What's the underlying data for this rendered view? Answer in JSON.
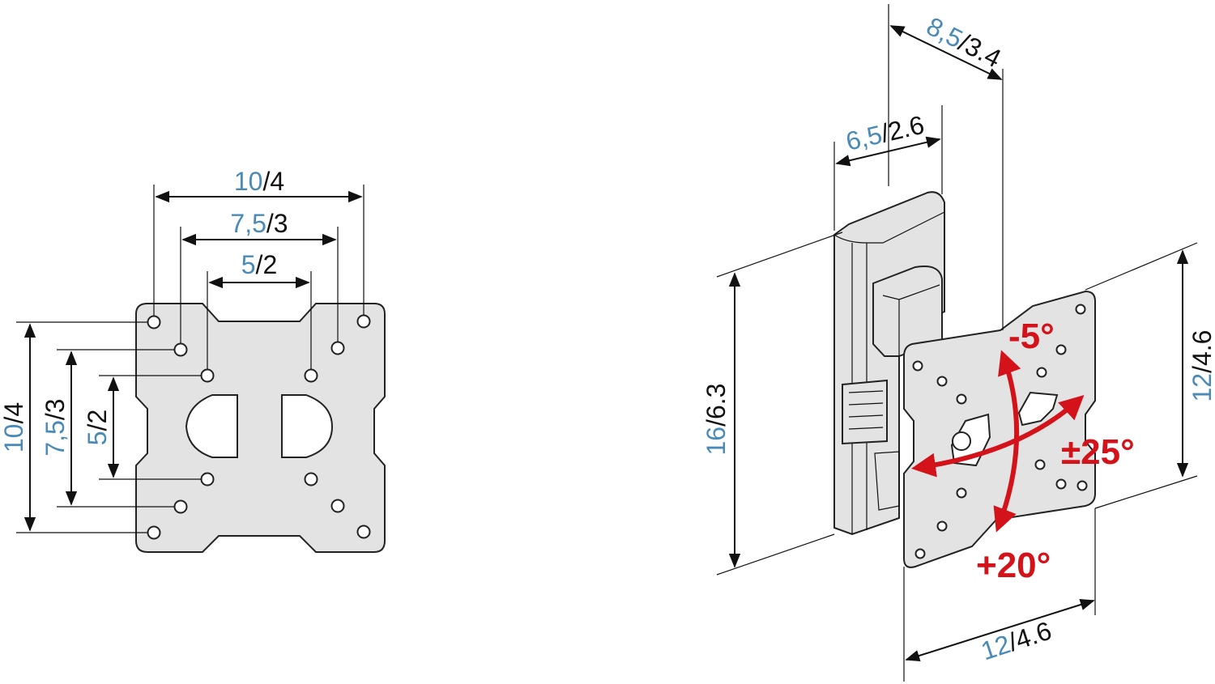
{
  "left_plate": {
    "width_outer": {
      "metric": "10",
      "imperial": "/4"
    },
    "width_mid": {
      "metric": "7,5",
      "imperial": "/3"
    },
    "width_inner": {
      "metric": "5",
      "imperial": "/2"
    },
    "height_outer": {
      "metric": "10",
      "imperial": "/4"
    },
    "height_mid": {
      "metric": "7,5",
      "imperial": "/3"
    },
    "height_inner": {
      "metric": "5",
      "imperial": "/2"
    }
  },
  "mount": {
    "depth_max": {
      "metric": "8,5",
      "imperial": "/3.4"
    },
    "depth_min": {
      "metric": "6,5",
      "imperial": "/2.6"
    },
    "bracket_height": {
      "metric": "16",
      "imperial": "/6.3"
    },
    "plate_height": {
      "metric": "12",
      "imperial": "/4.6"
    },
    "plate_width": {
      "metric": "12",
      "imperial": "/4.6"
    },
    "tilt_up": "-5°",
    "tilt_down": "+20°",
    "swivel": "±25°"
  },
  "colors": {
    "metric": "#4a8ab6",
    "angle": "#d4121a"
  }
}
